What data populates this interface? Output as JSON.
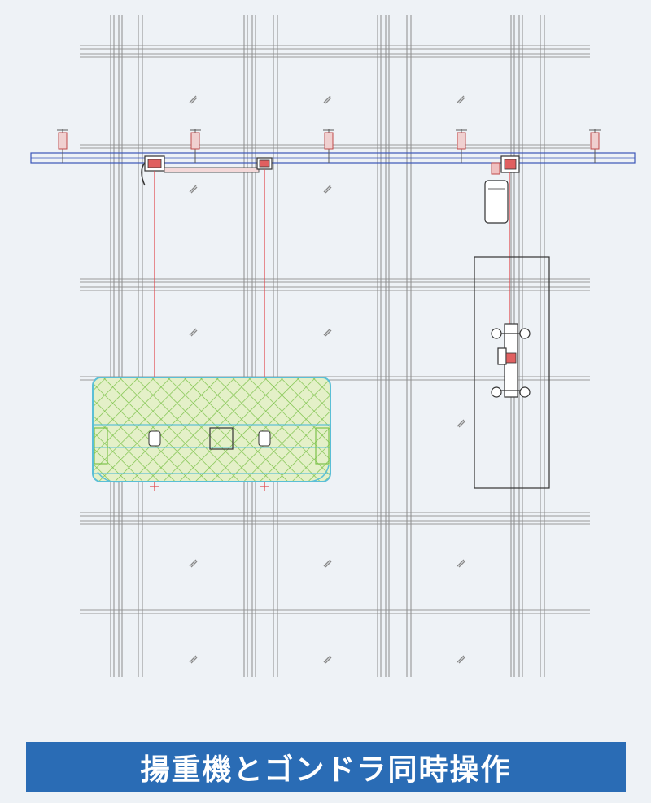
{
  "caption": {
    "text": "揚重機とゴンドラ同時操作"
  },
  "colors": {
    "background": "#eef2f6",
    "mullion": "#8c8c8c",
    "rail": "#3a55b8",
    "cable": "#e0454a",
    "gondola_net": "#7cc24a",
    "gondola_frame": "#5bbfd6",
    "caption_bg": "#2a6cb5",
    "caption_text": "#ffffff"
  },
  "diagram": {
    "elements": [
      "curtain-wall-grid",
      "monorail",
      "gondola",
      "hoist-with-glass-panel"
    ]
  }
}
